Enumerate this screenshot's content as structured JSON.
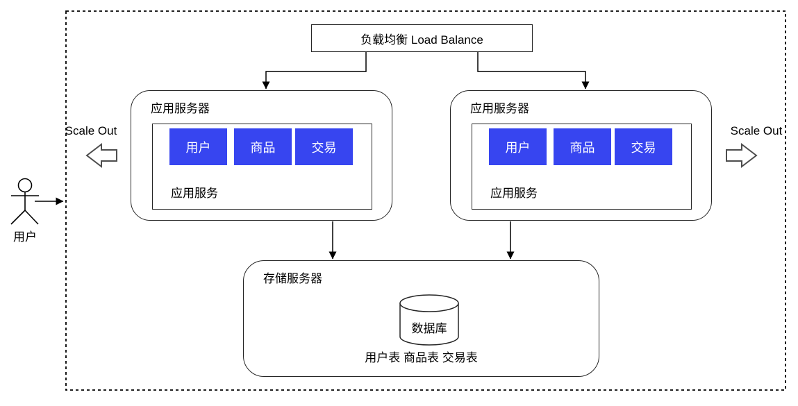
{
  "load_balancer": {
    "label": "负载均衡 Load Balance"
  },
  "app_servers": [
    {
      "title": "应用服务器",
      "modules": [
        "用户",
        "商品",
        "交易"
      ],
      "service_label": "应用服务"
    },
    {
      "title": "应用服务器",
      "modules": [
        "用户",
        "商品",
        "交易"
      ],
      "service_label": "应用服务"
    }
  ],
  "storage_server": {
    "title": "存储服务器",
    "database_label": "数据库",
    "tables_label": "用户表 商品表 交易表"
  },
  "actor": {
    "label": "用户"
  },
  "scale_out": {
    "left_label": "Scale Out",
    "right_label": "Scale Out"
  },
  "icons": {
    "actor": "stick-figure-actor-icon",
    "database": "database-cylinder-icon",
    "scale_out_left": "hollow-arrow-left-icon",
    "scale_out_right": "hollow-arrow-right-icon"
  },
  "colors": {
    "module_fill": "#3745F0",
    "module_text": "#FFFFFF",
    "box_border": "#262626",
    "line": "#000000"
  }
}
